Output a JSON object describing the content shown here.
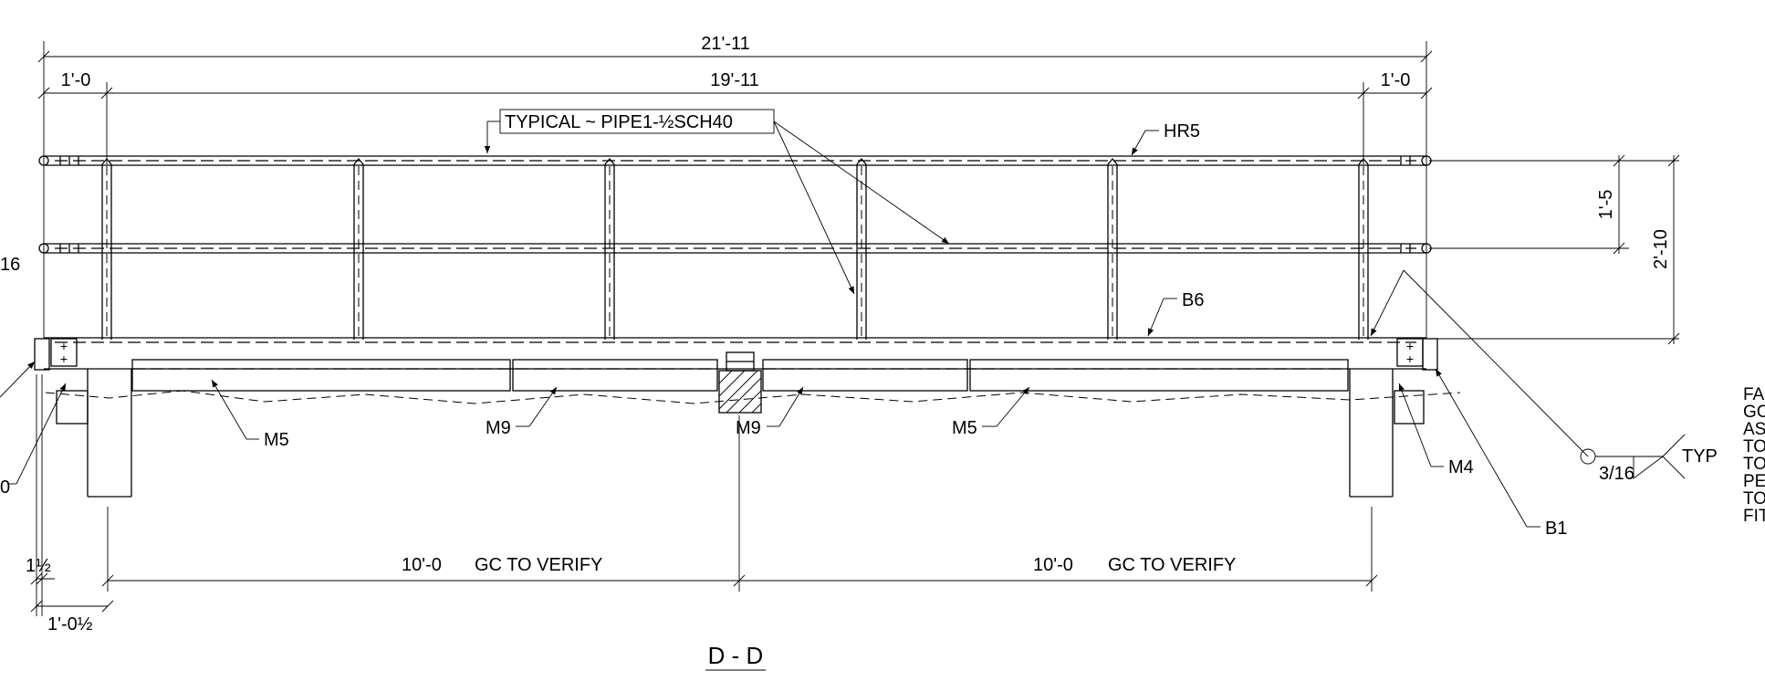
{
  "dimensions": {
    "overall": "21'-11",
    "left_end": "1'-0",
    "middle": "19'-11",
    "right_end": "1'-0",
    "rail_spacing": "1'-5",
    "rail_height": "2'-10",
    "left_cut_top": "16",
    "left_cut_bottom": "0",
    "offset_small": "1½",
    "offset_left": "1'-0½",
    "span_left": "10'-0",
    "span_right": "10'-0",
    "span_note": "GC TO VERIFY"
  },
  "callouts": {
    "typical_pipe": "TYPICAL ~ PIPE1-½SCH40",
    "hr5": "HR5",
    "b6": "B6",
    "m5_left": "M5",
    "m9_left": "M9",
    "m9_center": "M9",
    "m5_right": "M5",
    "m4": "M4",
    "b1": "B1"
  },
  "weld": {
    "size": "3/16",
    "note": "TYP"
  },
  "section_title": "D - D",
  "side_notes": [
    "FA",
    "GC",
    "AS",
    "TO",
    "TO",
    "PE",
    "TO",
    "FIT"
  ]
}
